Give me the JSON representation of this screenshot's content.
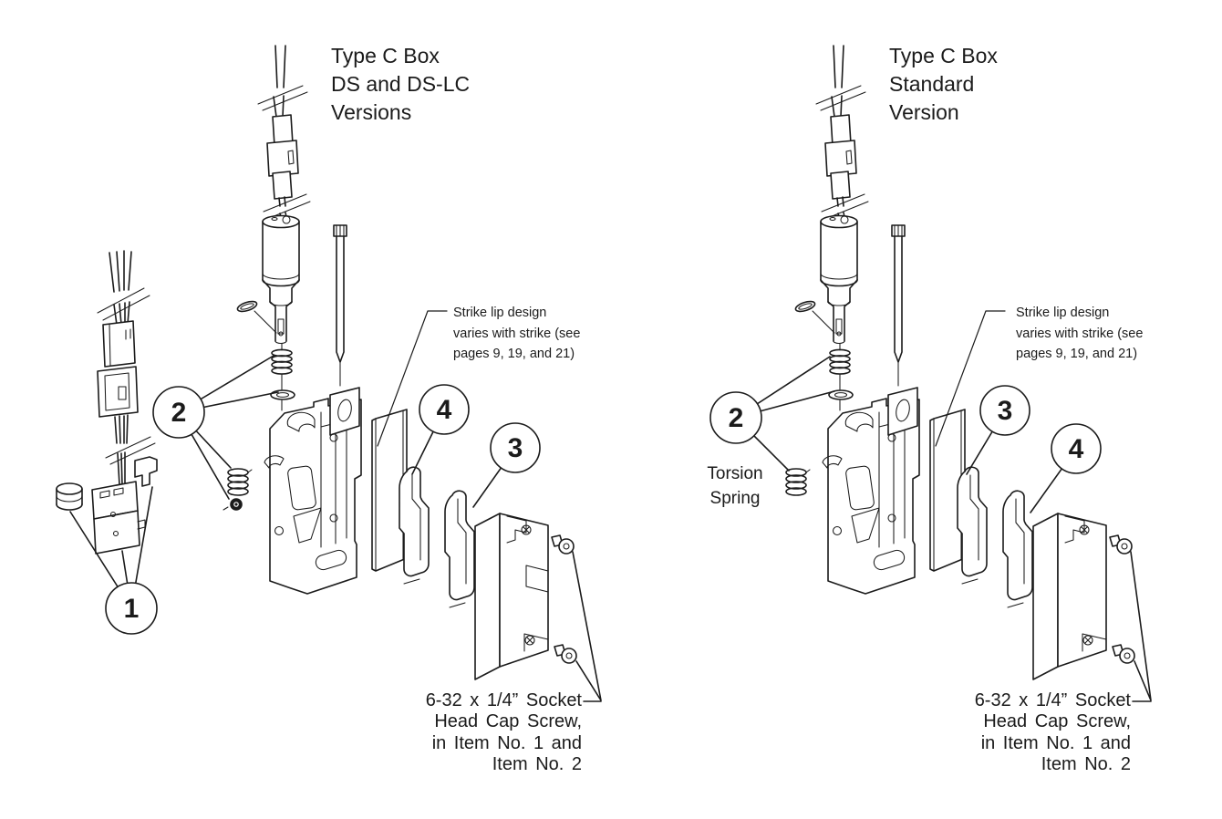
{
  "style": {
    "background": "#ffffff",
    "line_color": "#1b1b1b"
  },
  "left_diagram": {
    "title": "Type C Box\nDS and DS-LC\nVersions",
    "strike_lip_note": "Strike lip design\nvaries with strike (see\npages 9, 19, and 21)",
    "screw_note": "6-32 x 1/4” Socket\nHead Cap Screw,\nin Item No. 1 and\nItem No. 2",
    "callouts": {
      "item1": "1",
      "item2": "2",
      "item3": "3",
      "item4": "4"
    }
  },
  "right_diagram": {
    "title": "Type C Box\nStandard\nVersion",
    "strike_lip_note": "Strike lip design\nvaries with strike (see\npages 9, 19, and 21)",
    "screw_note": "6-32 x 1/4” Socket\nHead Cap Screw,\nin Item No. 1 and\nItem No. 2",
    "torsion_spring_label": "Torsion\nSpring",
    "callouts": {
      "item2": "2",
      "item3": "3",
      "item4": "4"
    }
  }
}
